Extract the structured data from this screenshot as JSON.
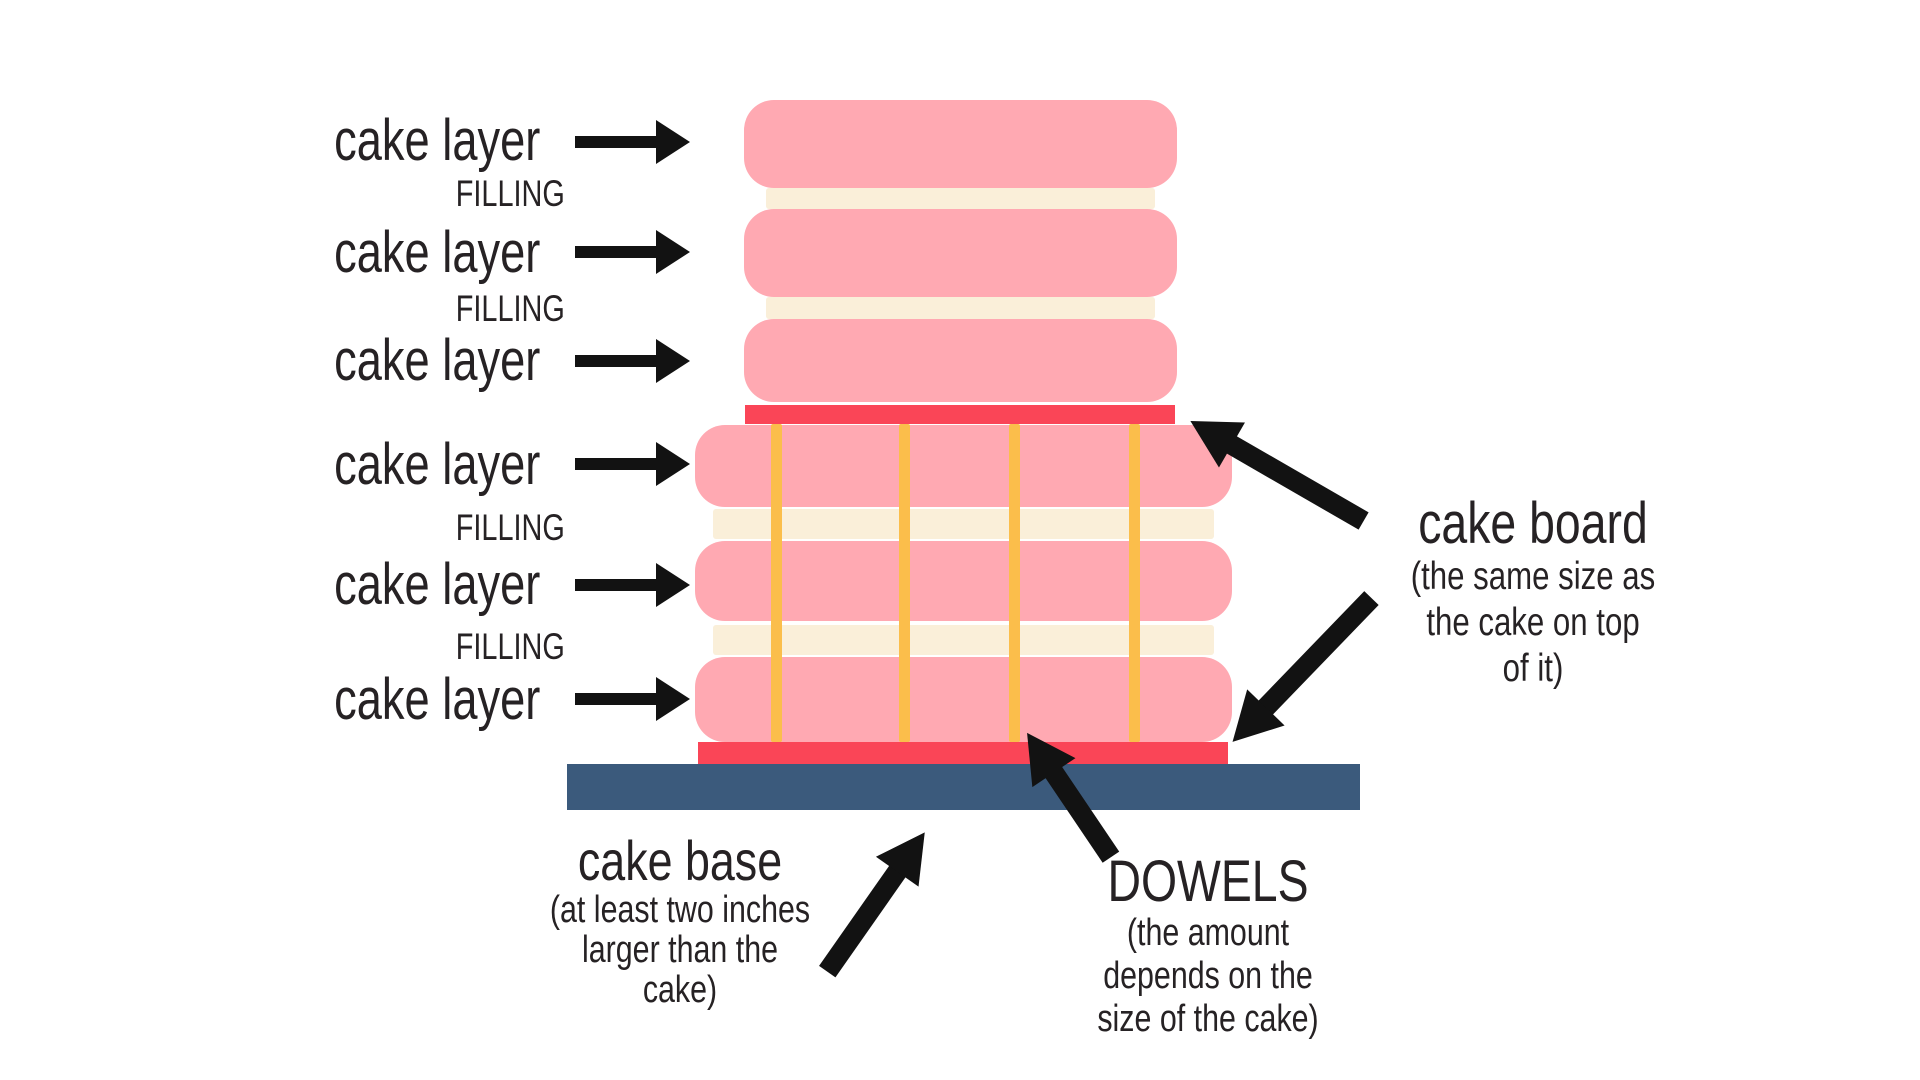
{
  "diagram": {
    "left_labels": [
      {
        "text": "cake layer",
        "kind": "layer"
      },
      {
        "text": "filling",
        "kind": "filling"
      },
      {
        "text": "cake layer",
        "kind": "layer"
      },
      {
        "text": "filling",
        "kind": "filling"
      },
      {
        "text": "cake layer",
        "kind": "layer"
      },
      {
        "text": "cake layer",
        "kind": "layer"
      },
      {
        "text": "filling",
        "kind": "filling"
      },
      {
        "text": "cake layer",
        "kind": "layer"
      },
      {
        "text": "filling",
        "kind": "filling"
      },
      {
        "text": "cake layer",
        "kind": "layer"
      }
    ],
    "cake_board": {
      "title": "cake board",
      "note_line1": "(the same size as",
      "note_line2": "the cake on top",
      "note_line3": "of it)"
    },
    "cake_base": {
      "title": "cake base",
      "note_line1": "(at least two inches",
      "note_line2": "larger than the",
      "note_line3": "cake)"
    },
    "dowels": {
      "title": "DOWELS",
      "note_line1": "(the amount",
      "note_line2": "depends on the",
      "note_line3": "size of the cake)"
    },
    "structure": {
      "top_tier_cake_layers": 3,
      "top_tier_fillings": 2,
      "bottom_tier_cake_layers": 3,
      "bottom_tier_fillings": 2,
      "dowel_count": 4,
      "cake_boards": 2
    },
    "colors": {
      "cake": "#FFA9B2",
      "filling": "#FAEFD9",
      "board": "#FA4557",
      "base": "#3B5A7C",
      "dowel": "#FBBE4B",
      "text": "#262224",
      "background": "#FFFFFF"
    }
  }
}
